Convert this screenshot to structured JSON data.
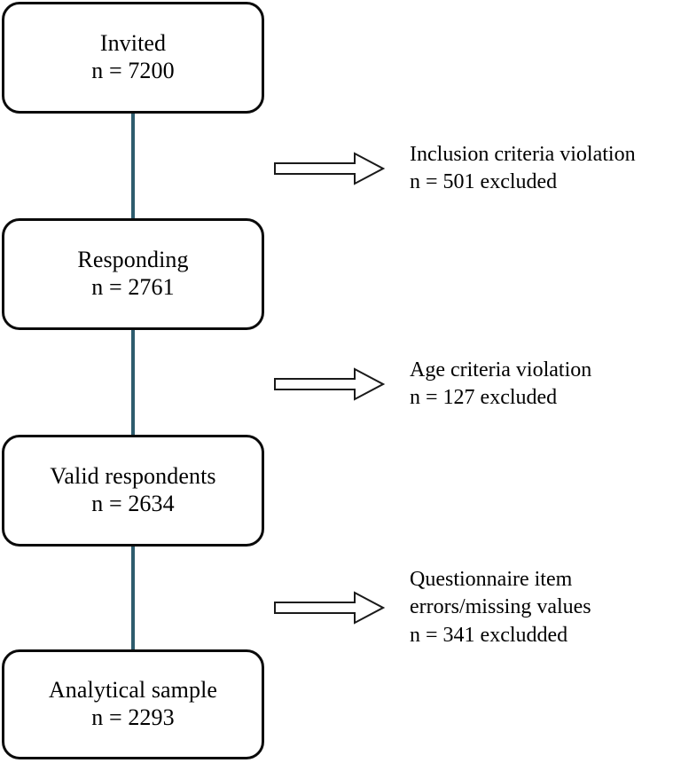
{
  "diagram": {
    "type": "participant-flow-diagram",
    "accent_color": "#2e5c6e",
    "border_color": "#0a0a0a",
    "background_color": "#ffffff",
    "nodes": [
      {
        "label": "Invited",
        "count_text": "n = 7200"
      },
      {
        "label": "Responding",
        "count_text": "n = 2761"
      },
      {
        "label": "Valid respondents",
        "count_text": "n = 2634"
      },
      {
        "label": "Analytical sample",
        "count_text": "n = 2293"
      }
    ],
    "exclusions": [
      {
        "arrow": "right-block-arrow-icon",
        "lines": [
          "Inclusion criteria violation",
          "n = 501 excluded"
        ]
      },
      {
        "arrow": "right-block-arrow-icon",
        "lines": [
          "Age criteria violation",
          "n = 127 excluded"
        ]
      },
      {
        "arrow": "right-block-arrow-icon",
        "lines": [
          "Questionnaire item",
          "errors/missing values",
          "n = 341 excludded"
        ]
      }
    ]
  }
}
